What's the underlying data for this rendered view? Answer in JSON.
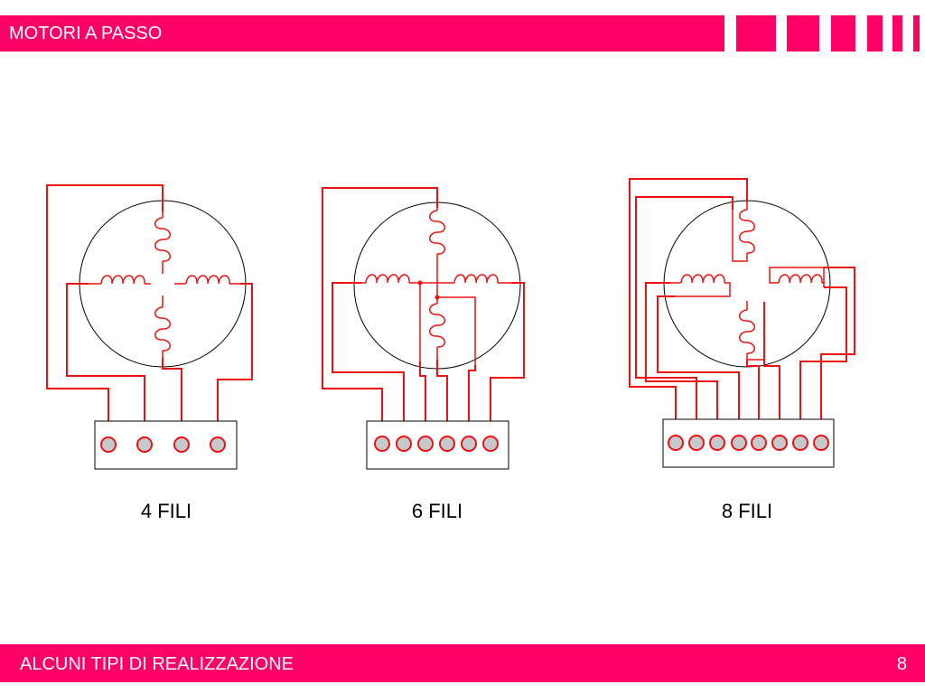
{
  "header": {
    "title": "MOTORI A PASSO"
  },
  "footer": {
    "title": "ALCUNI TIPI DI REALIZZAZIONE",
    "page_number": "8"
  },
  "diagrams": [
    {
      "caption": "4 FILI",
      "wire_count": 4
    },
    {
      "caption": "6 FILI",
      "wire_count": 6
    },
    {
      "caption": "8 FILI",
      "wire_count": 8
    }
  ],
  "colors": {
    "accent": "#ff0066",
    "wire": "#ee1111",
    "terminal_fill": "#c6c9cc",
    "outline": "#000000"
  }
}
